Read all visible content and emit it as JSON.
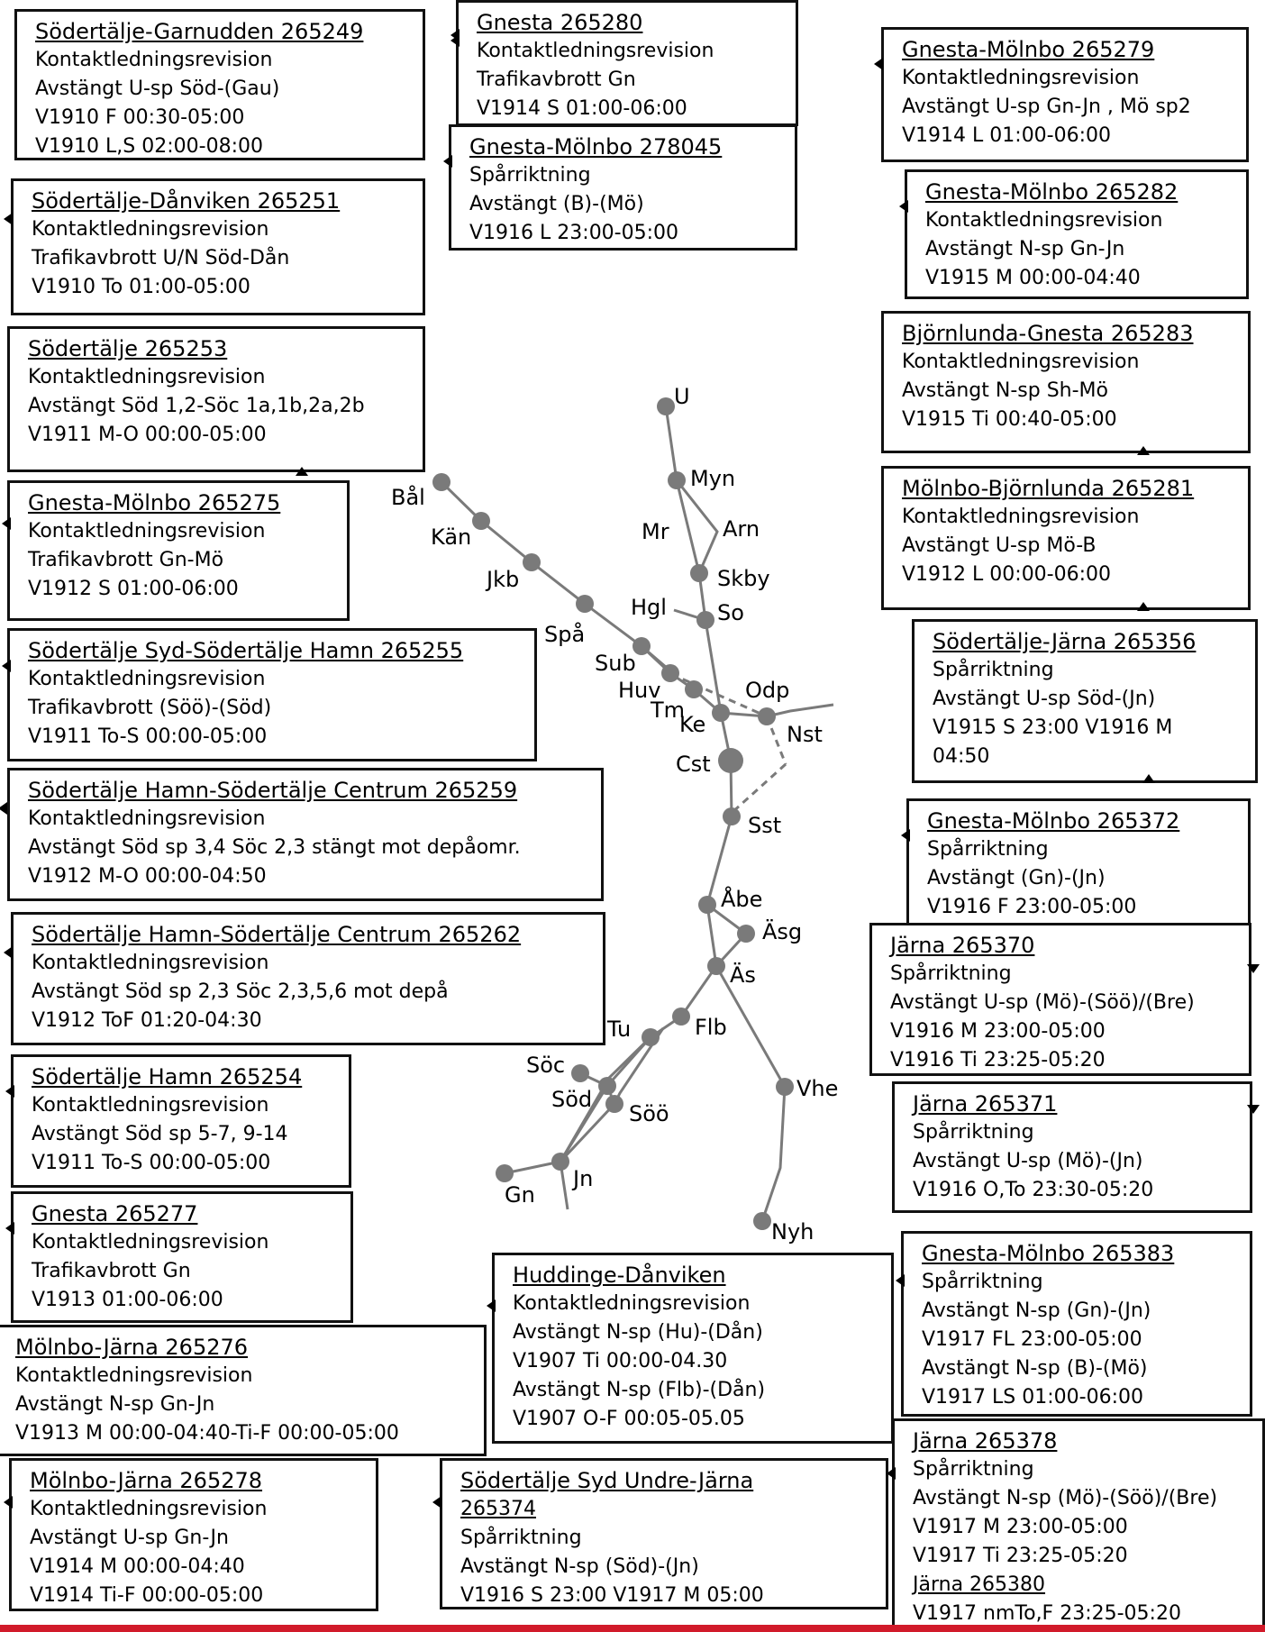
{
  "colors": {
    "line": "#7a7a7a",
    "station": "#7a7a7a",
    "border": "#111111",
    "footer": "#d11a2a"
  },
  "boxes": [
    {
      "title": "Södertälje-Garnudden 265249",
      "lines": [
        "Kontaktledningsrevision",
        "Avstängt U-sp Söd-(Gau)",
        "V1910 F 00:30-05:00",
        "V1910 L,S 02:00-08:00"
      ]
    },
    {
      "title": "Gnesta 265280",
      "lines": [
        "Kontaktledningsrevision",
        "Trafikavbrott Gn",
        "V1914 S 01:00-06:00"
      ]
    },
    {
      "title": "Gnesta-Mölnbo 278045",
      "lines": [
        "Spårriktning",
        "Avstängt (B)-(Mö)",
        "V1916 L 23:00-05:00"
      ]
    },
    {
      "title": "Gnesta-Mölnbo 265279",
      "lines": [
        "Kontaktledningsrevision",
        "Avstängt U-sp Gn-Jn , Mö sp2",
        "V1914 L 01:00-06:00"
      ]
    },
    {
      "title": "Södertälje-Dånviken 265251",
      "lines": [
        "Kontaktledningsrevision",
        "Trafikavbrott U/N Söd-Dån",
        "V1910 To 01:00-05:00"
      ]
    },
    {
      "title": "Gnesta-Mölnbo 265282",
      "lines": [
        "Kontaktledningsrevision",
        "Avstängt N-sp Gn-Jn",
        "V1915 M 00:00-04:40"
      ]
    },
    {
      "title": "Södertälje 265253",
      "lines": [
        "Kontaktledningsrevision",
        "Avstängt Söd 1,2-Söc 1a,1b,2a,2b",
        "V1911 M-O 00:00-05:00"
      ]
    },
    {
      "title": "Björnlunda-Gnesta 265283",
      "lines": [
        "Kontaktledningsrevision",
        "Avstängt N-sp Sh-Mö",
        "V1915 Ti 00:40-05:00"
      ]
    },
    {
      "title": "Gnesta-Mölnbo 265275",
      "lines": [
        "Kontaktledningsrevision",
        "Trafikavbrott Gn-Mö",
        "V1912 S 01:00-06:00"
      ]
    },
    {
      "title": "Mölnbo-Björnlunda 265281",
      "lines": [
        "Kontaktledningsrevision",
        "Avstängt U-sp Mö-B",
        "V1912 L 00:00-06:00"
      ]
    },
    {
      "title": "Södertälje Syd-Södertälje Hamn 265255",
      "lines": [
        "Kontaktledningsrevision",
        "Trafikavbrott (Söö)-(Söd)",
        "V1911 To-S 00:00-05:00"
      ]
    },
    {
      "title": "Södertälje-Järna 265356",
      "lines": [
        "Spårriktning",
        "Avstängt U-sp Söd-(Jn)",
        "V1915 S 23:00 V1916 M",
        "04:50"
      ]
    },
    {
      "title": "Södertälje Hamn-Södertälje Centrum 265259",
      "lines": [
        "Kontaktledningsrevision",
        "Avstängt Söd sp 3,4 Söc 2,3 stängt mot depåomr.",
        "V1912 M-O 00:00-04:50"
      ]
    },
    {
      "title": "Gnesta-Mölnbo 265372",
      "lines": [
        "Spårriktning",
        "Avstängt (Gn)-(Jn)",
        "V1916 F 23:00-05:00"
      ]
    },
    {
      "title": "Södertälje Hamn-Södertälje Centrum 265262",
      "lines": [
        "Kontaktledningsrevision",
        "Avstängt Söd sp 2,3  Söc 2,3,5,6 mot depå",
        "V1912 ToF 01:20-04:30"
      ]
    },
    {
      "title": "Järna 265370",
      "lines": [
        "Spårriktning",
        "Avstängt U-sp (Mö)-(Söö)/(Bre)",
        "V1916 M 23:00-05:00",
        "V1916 Ti 23:25-05:20"
      ]
    },
    {
      "title": "Södertälje Hamn 265254",
      "lines": [
        "Kontaktledningsrevision",
        "Avstängt Söd sp 5-7, 9-14",
        "V1911 To-S 00:00-05:00"
      ]
    },
    {
      "title": "Järna 265371",
      "lines": [
        "Spårriktning",
        "Avstängt U-sp (Mö)-(Jn)",
        "V1916 O,To 23:30-05:20"
      ]
    },
    {
      "title": "Gnesta 265277",
      "lines": [
        "Kontaktledningsrevision",
        "Trafikavbrott Gn",
        "V1913 01:00-06:00"
      ]
    },
    {
      "title": "Huddinge-Dånviken",
      "lines": [
        "Kontaktledningsrevision",
        "Avstängt N-sp (Hu)-(Dån)",
        "V1907 Ti 00:00-04.30",
        "Avstängt N-sp (Flb)-(Dån)",
        "V1907 O-F 00:05-05.05"
      ]
    },
    {
      "title": "Gnesta-Mölnbo 265383",
      "lines": [
        "Spårriktning",
        "Avstängt N-sp (Gn)-(Jn)",
        "V1917 FL 23:00-05:00",
        "Avstängt N-sp (B)-(Mö)",
        "V1917 LS 01:00-06:00"
      ]
    },
    {
      "title": "Mölnbo-Järna 265276",
      "lines": [
        "Kontaktledningsrevision",
        "Avstängt N-sp Gn-Jn",
        "V1913 M 00:00-04:40-Ti-F 00:00-05:00"
      ]
    },
    {
      "title": "Mölnbo-Järna 265278",
      "lines": [
        "Kontaktledningsrevision",
        "Avstängt  U-sp Gn-Jn",
        "V1914 M 00:00-04:40",
        "V1914 Ti-F 00:00-05:00"
      ]
    },
    {
      "title": "Södertälje Syd Undre-Järna",
      "lines": [
        "265374",
        "Spårriktning",
        "Avstängt N-sp (Söd)-(Jn)",
        "V1916 S 23:00 V1917 M 05:00"
      ]
    },
    {
      "title": "Järna 265378",
      "lines": [
        "Spårriktning",
        "Avstängt N-sp (Mö)-(Söö)/(Bre)",
        "V1917 M  23:00-05:00",
        "V1917 Ti 23:25-05:20",
        "Järna  265380",
        "V1917 nmTo,F  23:25-05:20"
      ]
    }
  ],
  "stations": [
    {
      "label": "U"
    },
    {
      "label": "Myn"
    },
    {
      "label": "Mr"
    },
    {
      "label": "Arn"
    },
    {
      "label": "Skby"
    },
    {
      "label": "Hgl"
    },
    {
      "label": "So"
    },
    {
      "label": "Bål"
    },
    {
      "label": "Kän"
    },
    {
      "label": "Jkb"
    },
    {
      "label": "Spå"
    },
    {
      "label": "Sub"
    },
    {
      "label": "Huv"
    },
    {
      "label": "Odp"
    },
    {
      "label": "Tm"
    },
    {
      "label": "Ke"
    },
    {
      "label": "Nst"
    },
    {
      "label": "Cst"
    },
    {
      "label": "Sst"
    },
    {
      "label": "Åbe"
    },
    {
      "label": "Äsg"
    },
    {
      "label": "Äs"
    },
    {
      "label": "Tu"
    },
    {
      "label": "Flb"
    },
    {
      "label": "Söc"
    },
    {
      "label": "Söd"
    },
    {
      "label": "Söö"
    },
    {
      "label": "Vhe"
    },
    {
      "label": "Gn"
    },
    {
      "label": "Jn"
    },
    {
      "label": "Nyh"
    }
  ]
}
